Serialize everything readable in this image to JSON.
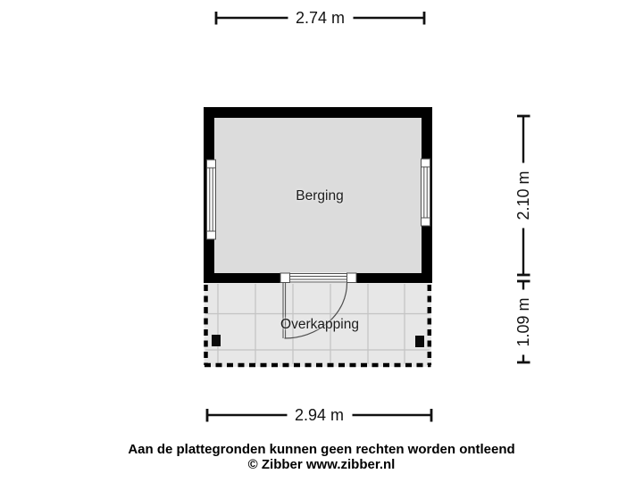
{
  "plan": {
    "rooms": [
      {
        "label": "Berging"
      },
      {
        "label": "Overkapping"
      }
    ],
    "dimensions": {
      "top": "2.74 m",
      "bottom": "2.94 m",
      "right_upper": "2.10 m",
      "right_lower": "1.09 m"
    },
    "colors": {
      "background": "#ffffff",
      "wall": "#000000",
      "room_fill": "#dcdcdc",
      "canopy_fill": "#e7e7e7",
      "grid_line": "#c3c3c3",
      "symbol_stroke": "#4f4f4f",
      "dimension_line": "#111111"
    }
  },
  "footer": {
    "disclaimer": "Aan de plattegronden kunnen geen rechten worden ontleend",
    "credit": "© Zibber www.zibber.nl"
  }
}
